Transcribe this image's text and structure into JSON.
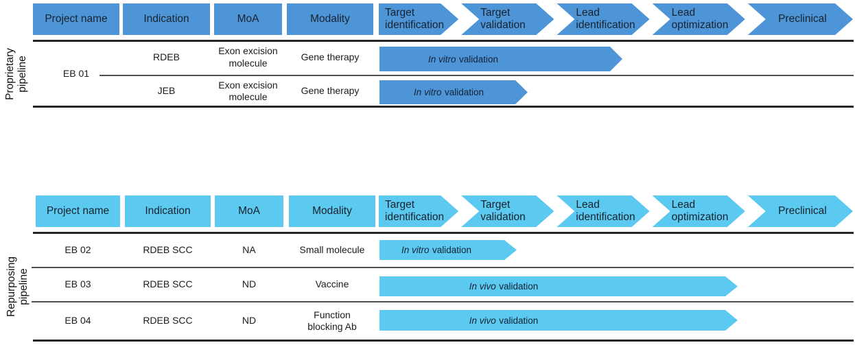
{
  "colors": {
    "proprietary_blue": "#4E95D8",
    "repurposing_blue": "#5CC9F0",
    "header_text": "#16222E",
    "body_text": "#1B1B1B"
  },
  "proprietary": {
    "side_label": "Proprietary\npipeline",
    "columns": {
      "project": "Project name",
      "indication": "Indication",
      "moa": "MoA",
      "modality": "Modality"
    },
    "stages": [
      "Target identification",
      "Target validation",
      "Lead identification",
      "Lead optimization",
      "Preclinical"
    ],
    "project": "EB 01",
    "rows": [
      {
        "indication": "RDEB",
        "moa": "Exon excision molecule",
        "modality": "Gene therapy",
        "status_italic": "In vitro",
        "status_rest": "validation"
      },
      {
        "indication": "JEB",
        "moa": "Exon excision molecule",
        "modality": "Gene therapy",
        "status_italic": "In vitro",
        "status_rest": "validation"
      }
    ]
  },
  "repurposing": {
    "side_label": "Repurposing\npipeline",
    "columns": {
      "project": "Project name",
      "indication": "Indication",
      "moa": "MoA",
      "modality": "Modality"
    },
    "stages": [
      "Target identification",
      "Target validation",
      "Lead identification",
      "Lead optimization",
      "Preclinical"
    ],
    "rows": [
      {
        "project": "EB 02",
        "indication": "RDEB SCC",
        "moa": "NA",
        "modality": "Small molecule",
        "status_italic": "In vitro",
        "status_rest": "validation"
      },
      {
        "project": "EB 03",
        "indication": "RDEB SCC",
        "moa": "ND",
        "modality": "Vaccine",
        "status_italic": "In vivo",
        "status_rest": "validation"
      },
      {
        "project": "EB 04",
        "indication": "RDEB SCC",
        "moa": "ND",
        "modality": "Function blocking Ab",
        "status_italic": "In vivo",
        "status_rest": "validation"
      }
    ]
  }
}
